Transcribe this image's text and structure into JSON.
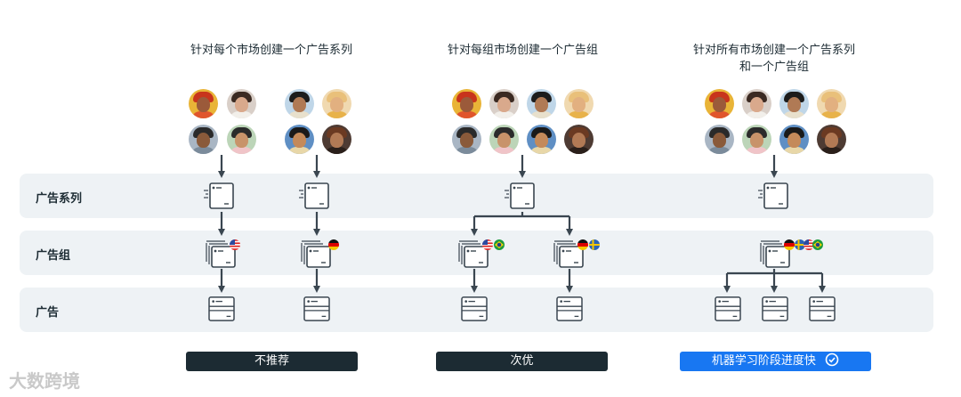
{
  "columns": [
    {
      "title_line1": "针对每个市场创建一个广告系列",
      "title_line2": "",
      "badge": "不推荐"
    },
    {
      "title_line1": "针对每组市场创建一个广告组",
      "title_line2": "",
      "badge": "次优"
    },
    {
      "title_line1": "针对所有市场创建一个广告系列",
      "title_line2": "和一个广告组",
      "badge": "机器学习阶段进度快"
    }
  ],
  "rows": {
    "campaign": "广告系列",
    "adset": "广告组",
    "ad": "广告"
  },
  "watermark": "大数跨境",
  "colors": {
    "band": "#eef2f5",
    "badge_dark": "#1c2b33",
    "badge_blue": "#1877f2",
    "connector": "#3a4650"
  },
  "icons": {
    "badge_check": "check-circle-icon",
    "flags": [
      "us-flag-icon",
      "germany-flag-icon",
      "brazil-flag-icon",
      "sweden-flag-icon"
    ]
  }
}
